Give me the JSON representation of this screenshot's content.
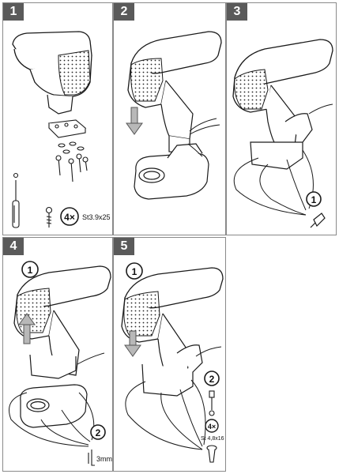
{
  "steps": [
    {
      "number": "1",
      "screw_count": "4×",
      "screw_spec": "St3.9x25"
    },
    {
      "number": "2"
    },
    {
      "number": "3",
      "callout_1": "1"
    },
    {
      "number": "4",
      "callout_1": "1",
      "callout_2": "2",
      "gap_label": "3mm"
    },
    {
      "number": "5",
      "callout_1": "1",
      "callout_2": "2",
      "screw_count": "4×",
      "screw_spec": "St 4,8x16"
    }
  ],
  "colors": {
    "badge": "#5a5a5a",
    "border": "#8a8a8a",
    "line": "#1a1a1a"
  }
}
